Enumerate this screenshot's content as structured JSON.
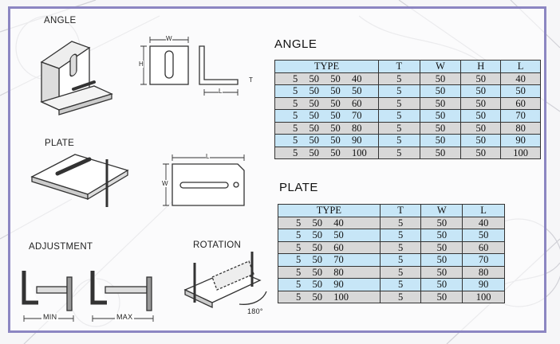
{
  "drawing_labels": {
    "angle": "ANGLE",
    "plate": "PLATE",
    "adjustment": "ADJUSTMENT",
    "rotation": "ROTATION",
    "min": "MIN",
    "max": "MAX",
    "deg": "180°",
    "dim_w": "W",
    "dim_h": "H",
    "dim_l": "L",
    "dim_t": "T"
  },
  "angle_table": {
    "title": "ANGLE",
    "headers": [
      "TYPE",
      "T",
      "W",
      "H",
      "L"
    ],
    "rows": [
      [
        "5  50  50  40",
        "5",
        "50",
        "50",
        "40"
      ],
      [
        "5  50  50  50",
        "5",
        "50",
        "50",
        "50"
      ],
      [
        "5  50  50  60",
        "5",
        "50",
        "50",
        "60"
      ],
      [
        "5  50  50  70",
        "5",
        "50",
        "50",
        "70"
      ],
      [
        "5  50  50  80",
        "5",
        "50",
        "50",
        "80"
      ],
      [
        "5  50  50  90",
        "5",
        "50",
        "50",
        "90"
      ],
      [
        "5  50  50  100",
        "5",
        "50",
        "50",
        "100"
      ]
    ]
  },
  "plate_table": {
    "title": "PLATE",
    "headers": [
      "TYPE",
      "T",
      "W",
      "L"
    ],
    "rows": [
      [
        "5  50  40",
        "5",
        "50",
        "40"
      ],
      [
        "5  50  50",
        "5",
        "50",
        "50"
      ],
      [
        "5  50  60",
        "5",
        "50",
        "60"
      ],
      [
        "5  50  70",
        "5",
        "50",
        "70"
      ],
      [
        "5  50  80",
        "5",
        "50",
        "80"
      ],
      [
        "5  50  90",
        "5",
        "50",
        "90"
      ],
      [
        "5  50  100",
        "5",
        "50",
        "100"
      ]
    ]
  },
  "colors": {
    "frame": "#8c86c2",
    "header_blue": "#c7e6f7",
    "row_grey": "#d8d8d8",
    "row_blue": "#c7e6f7"
  }
}
